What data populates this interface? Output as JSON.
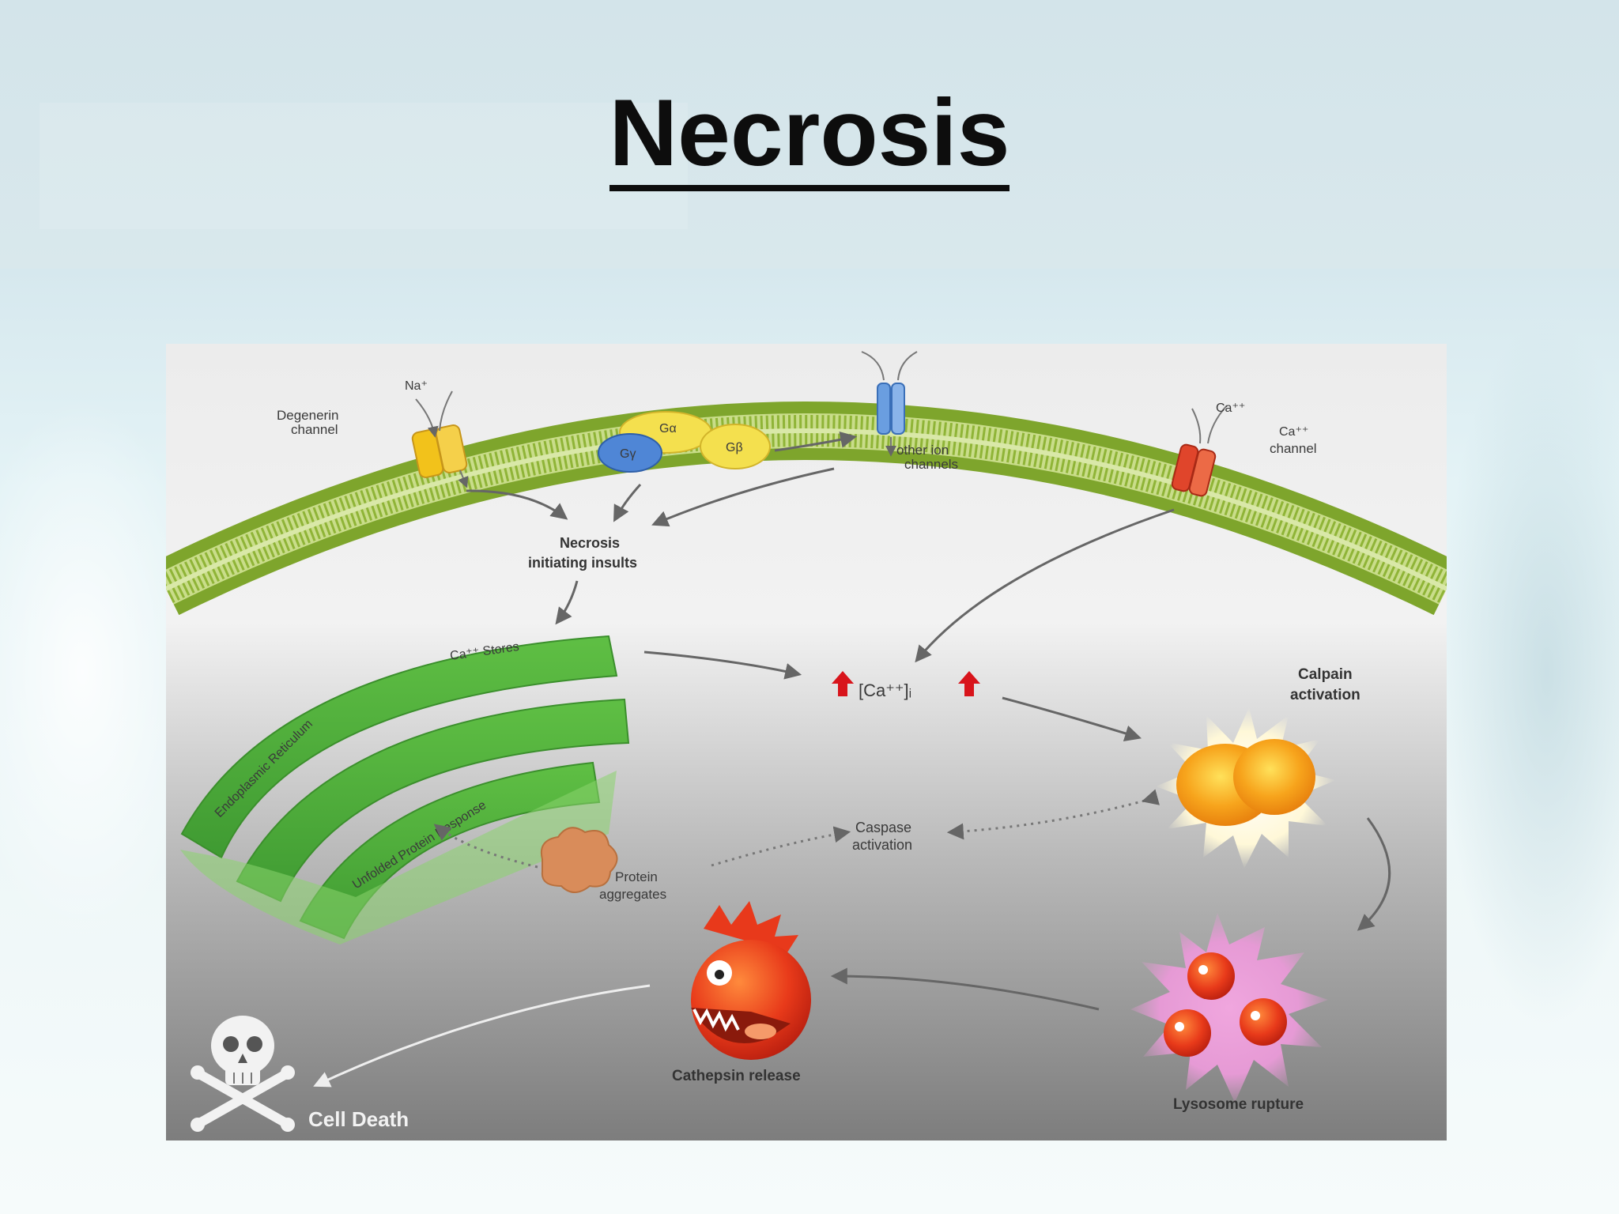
{
  "slide": {
    "title": "Necrosis"
  },
  "diagram": {
    "labels": {
      "na": "Na⁺",
      "degenerin_1": "Degenerin",
      "degenerin_2": "channel",
      "galpha": "Gα",
      "gbeta": "Gβ",
      "ggamma": "Gγ",
      "other_ion_1": "other ion",
      "other_ion_2": "channels",
      "ca_in_1": "Ca⁺⁺",
      "ca_in_2": "Ca⁺⁺",
      "ca_channel": "channel",
      "necrosis_1": "Necrosis",
      "necrosis_2": "initiating insults",
      "ca_stores": "Ca⁺⁺ Stores",
      "er": "Endoplasmic Reticulum",
      "upr": "Unfolded Protein Response",
      "ca_i": "[Ca⁺⁺]ᵢ",
      "calpain_1": "Calpain",
      "calpain_2": "activation",
      "caspase_1": "Caspase",
      "caspase_2": "activation",
      "protein_1": "Protein",
      "protein_2": "aggregates",
      "cathepsin": "Cathepsin release",
      "lysosome": "Lysosome rupture",
      "cell_death": "Cell Death"
    },
    "colors": {
      "membrane": "#8fb437",
      "degenerin": "#f2c21b",
      "gprotein_yellow": "#f4e04e",
      "gprotein_blue": "#4f86d6",
      "ion_channel": "#6a9ee0",
      "ca_channel": "#e0452b",
      "er": "#4fae3a",
      "calpain": "#f6a21a",
      "cathepsin": "#e8391b",
      "lysosome": "#e89ad6",
      "arrow": "#6b6b6b",
      "red_arrow": "#d8141b"
    }
  }
}
